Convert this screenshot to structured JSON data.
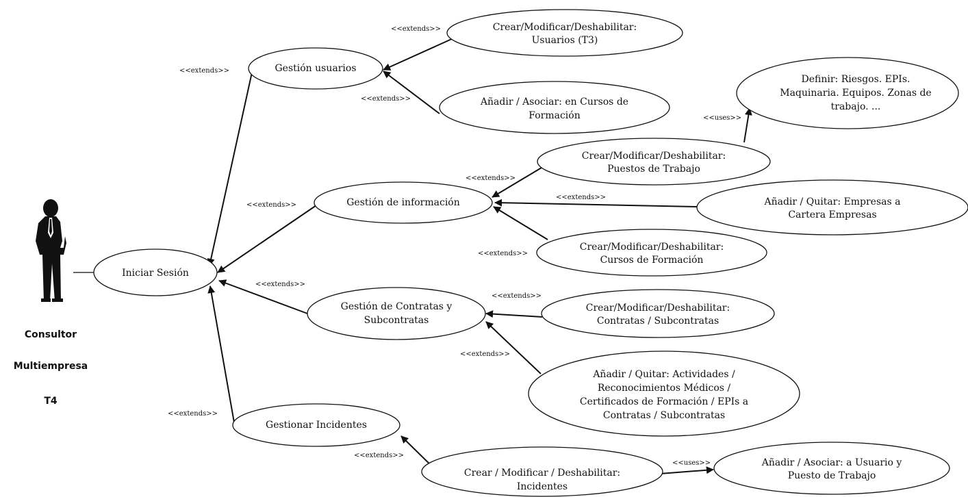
{
  "actor": {
    "name_lines": [
      "Consultor",
      "Multiempresa",
      "T4"
    ]
  },
  "use_cases": {
    "iniciar_sesion": [
      "Iniciar Sesión"
    ],
    "gestion_usuarios": [
      "Gestión usuarios"
    ],
    "crear_usuarios": [
      "Crear/Modificar/Deshabilitar:",
      "Usuarios (T3)"
    ],
    "anadir_cursos": [
      "Añadir / Asociar: en Cursos de",
      "Formación"
    ],
    "definir_riesgos": [
      "Definir: Riesgos. EPIs.",
      "Maquinaria. Equipos. Zonas de",
      "trabajo. ..."
    ],
    "puestos_trabajo": [
      "Crear/Modificar/Deshabilitar:",
      "Puestos de Trabajo"
    ],
    "gestion_informacion": [
      "Gestión de información"
    ],
    "empresas_cartera": [
      "Añadir / Quitar: Empresas a",
      "Cartera Empresas"
    ],
    "cursos_formacion": [
      "Crear/Modificar/Deshabilitar:",
      "Cursos de Formación"
    ],
    "gestion_contratas": [
      "Gestión de Contratas y",
      "Subcontratas"
    ],
    "crear_contratas": [
      "Crear/Modificar/Deshabilitar:",
      "Contratas / Subcontratas"
    ],
    "actividades": [
      "Añadir / Quitar: Actividades /",
      "Reconocimientos Médicos /",
      "Certificados de Formación / EPIs a",
      "Contratas / Subcontratas"
    ],
    "gestionar_incidentes": [
      "Gestionar Incidentes"
    ],
    "crear_incidentes": [
      "Crear / Modificar / Deshabilitar:",
      "Incidentes"
    ],
    "anadir_usuario_puesto": [
      "Añadir / Asociar: a Usuario y",
      "Puesto de Trabajo"
    ]
  },
  "labels": {
    "extends": "<<extends>>",
    "uses": "<<uses>>"
  },
  "colors": {
    "stroke": "#111111",
    "actor_fill": "#111111",
    "background": "#ffffff"
  }
}
